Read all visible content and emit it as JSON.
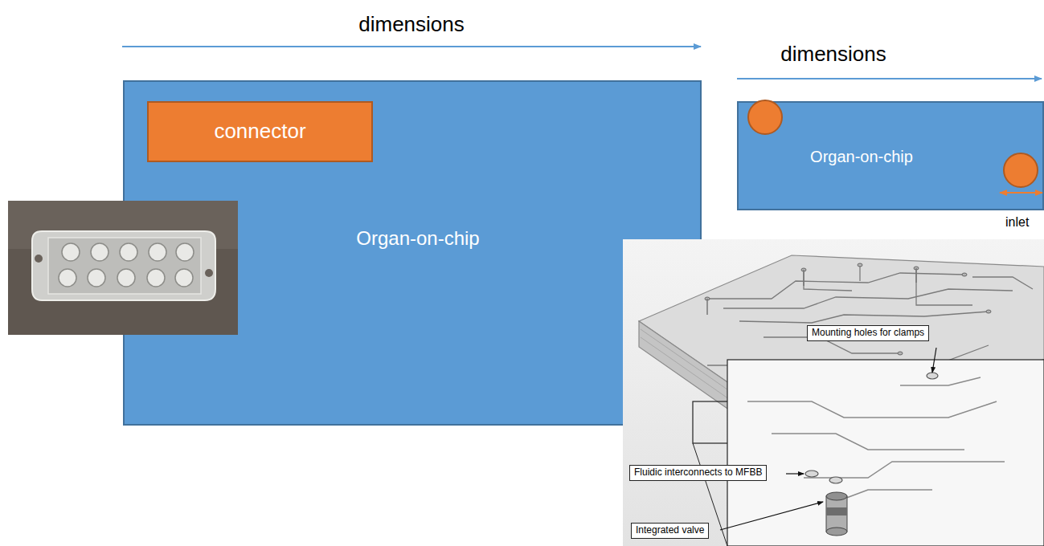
{
  "diagram": {
    "nodes": [
      {
        "text": [
          "Organ-on-chip"
        ]
      },
      {
        "text": [
          "connector"
        ],
        "in": 0
      },
      {
        "text": [
          "Organ-on-chip"
        ]
      }
    ],
    "labels": [
      "dimensions",
      "dimensions",
      "inlet",
      "Mounting holes for clamps",
      "Fluidic interconnects to MFBB",
      "Integrated valve"
    ]
  }
}
